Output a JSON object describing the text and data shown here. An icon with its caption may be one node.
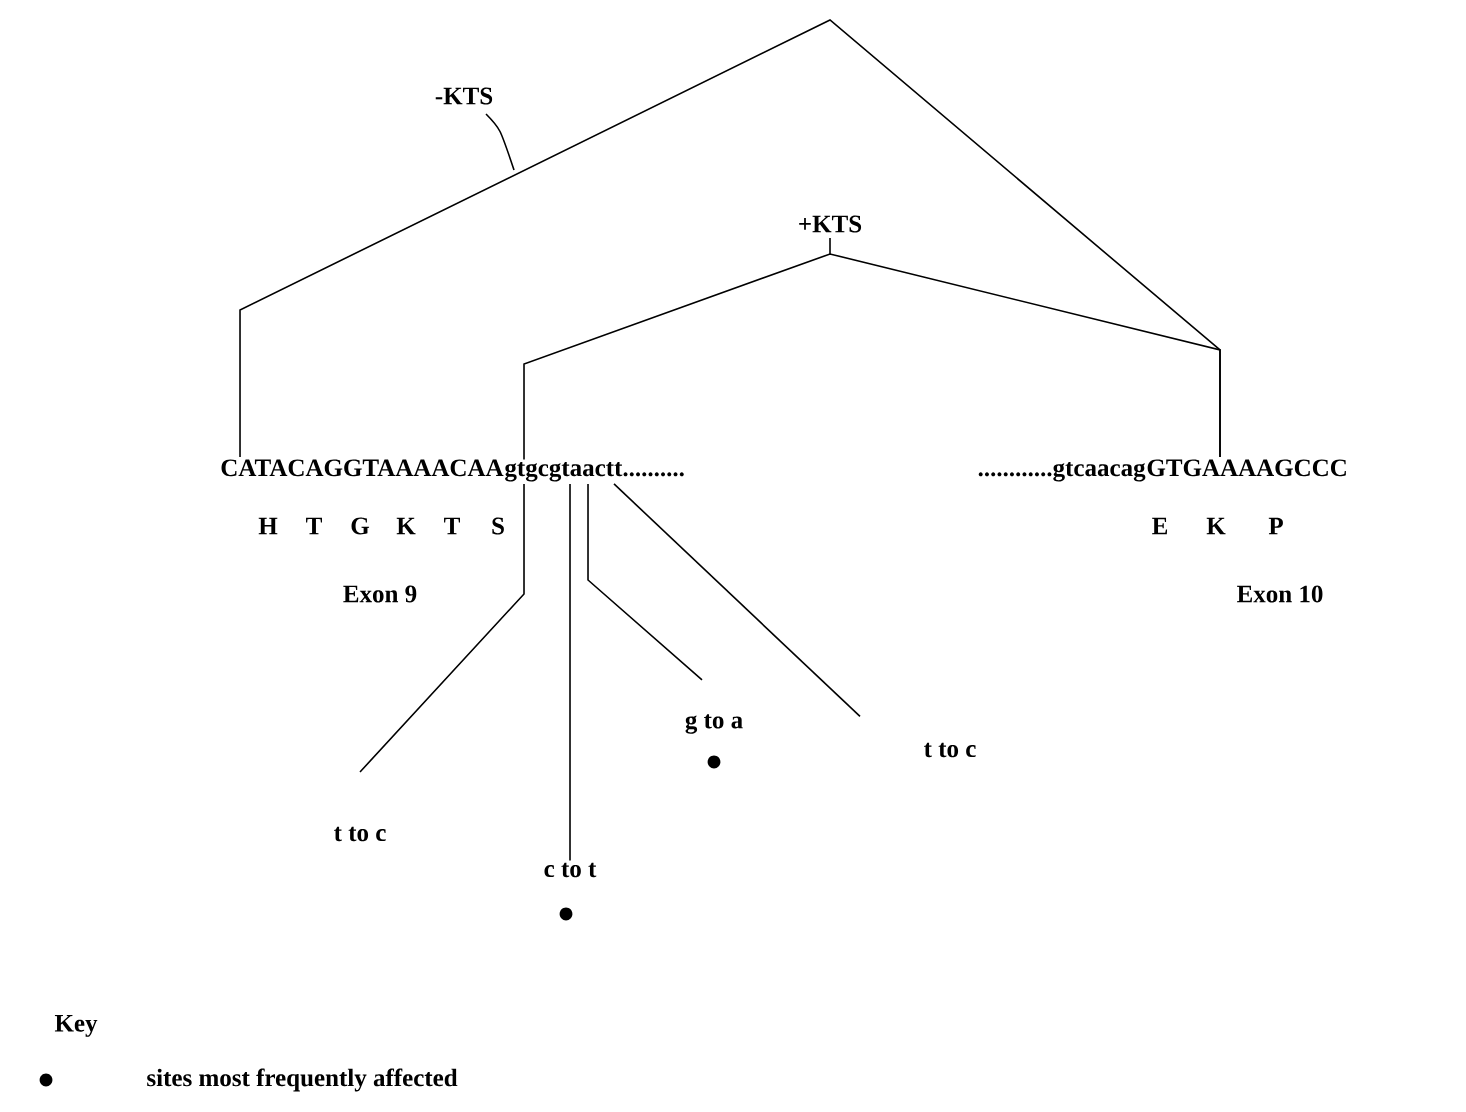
{
  "diagram": {
    "nodes": [
      {
        "text": [
          "CATACAGGTAAAACAA"
        ]
      },
      {
        "text": [
          "gtgcgtaactt.........."
        ]
      },
      {
        "text": [
          "............gtcaacag"
        ]
      },
      {
        "text": [
          "GTGAAAAGCCC"
        ]
      },
      {
        "text": [
          "t to c"
        ]
      },
      {
        "text": [
          "c to t"
        ]
      },
      {
        "text": [
          "g to a"
        ]
      },
      {
        "text": [
          "t to c"
        ]
      }
    ],
    "edges": [
      {
        "from": 0,
        "to": 3,
        "arrow": "none",
        "label": "-KTS"
      },
      {
        "from": 1,
        "to": 3,
        "arrow": "none",
        "label": "+KTS"
      },
      {
        "from": 4,
        "to": 1,
        "arrow": "none"
      },
      {
        "from": 5,
        "to": 1,
        "arrow": "none"
      },
      {
        "from": 6,
        "to": 1,
        "arrow": "none"
      },
      {
        "from": 7,
        "to": 1,
        "arrow": "none"
      }
    ],
    "labels": [
      "H",
      "T",
      "G",
      "K",
      "T",
      "S",
      "E",
      "K",
      "P",
      "Exon 9",
      "Exon 10",
      "Key"
    ],
    "legend": [
      {
        "text": "sites most frequently affected"
      }
    ]
  }
}
